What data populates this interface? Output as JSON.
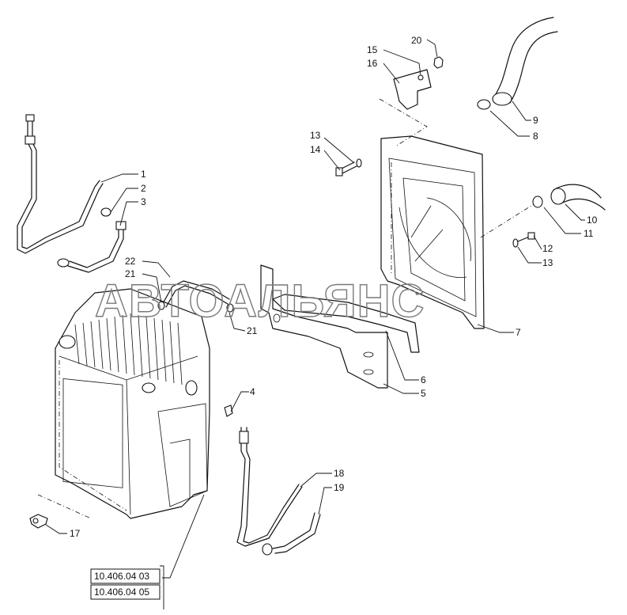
{
  "watermark": "АВТОАЛЬЯНС",
  "callouts": {
    "c1": "1",
    "c2": "2",
    "c3": "3",
    "c4": "4",
    "c5": "5",
    "c6": "6",
    "c7": "7",
    "c8": "8",
    "c9": "9",
    "c10": "10",
    "c11": "11",
    "c12": "12",
    "c13a": "13",
    "c13b": "13",
    "c14": "14",
    "c15": "15",
    "c16": "16",
    "c17": "17",
    "c18": "18",
    "c19": "19",
    "c20": "20",
    "c21a": "21",
    "c21b": "21",
    "c22": "22"
  },
  "references": [
    "10.406.04 03",
    "10.406.04 05"
  ]
}
